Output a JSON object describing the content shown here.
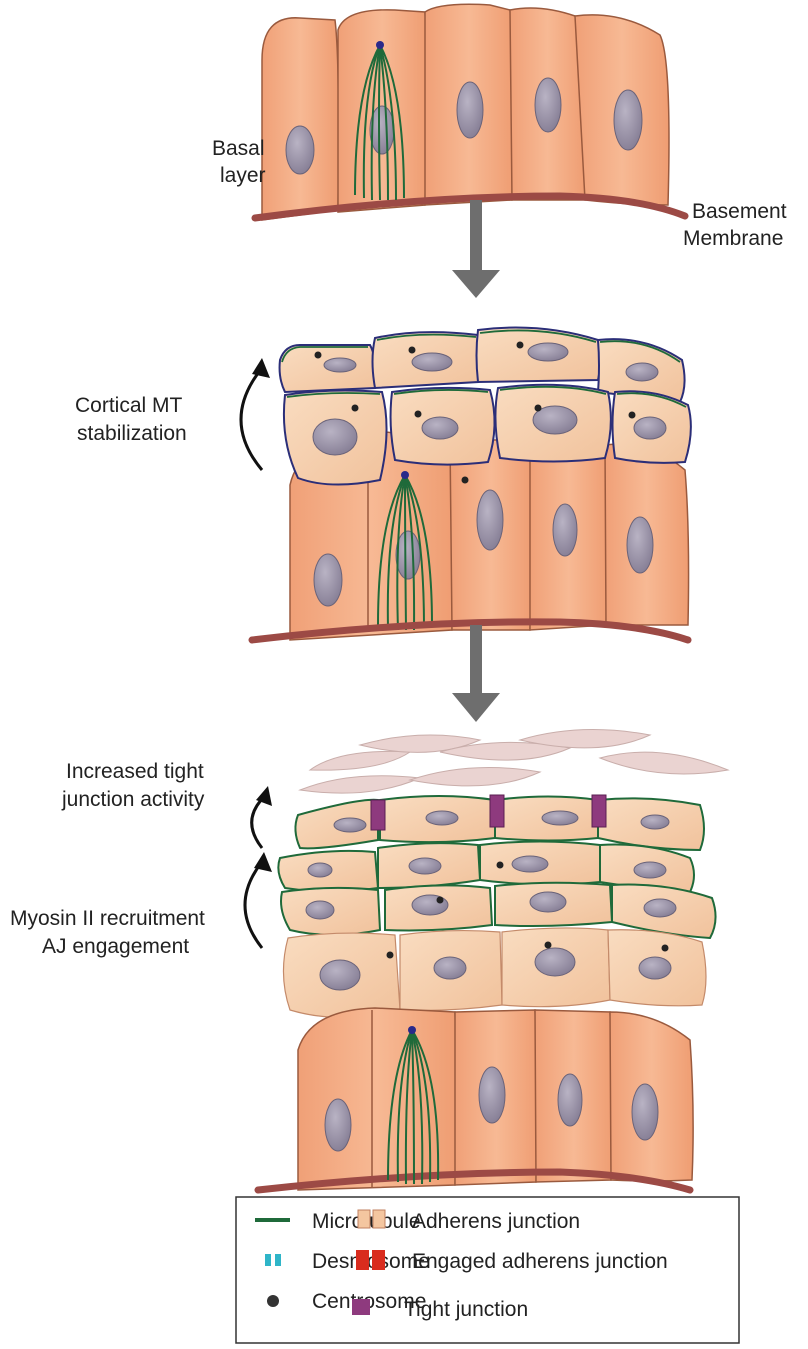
{
  "labels": {
    "basal_layer": [
      "Basal",
      "layer"
    ],
    "basement_membrane": [
      "Basement",
      "Membrane"
    ],
    "cortical_mt": [
      "Cortical MT",
      "stabilization"
    ],
    "tight_junction_activity": [
      "Increased tight",
      "junction activity"
    ],
    "myosin_recruitment": [
      "Myosin II recruitment",
      "AJ engagement"
    ]
  },
  "legend": {
    "items": [
      {
        "key": "microtubule",
        "label": "Microtubule",
        "icon": "green-line"
      },
      {
        "key": "desmosome",
        "label": "Desmosome",
        "icon": "desmosome-glyph"
      },
      {
        "key": "centrosome",
        "label": "Centrosome",
        "icon": "black-dot"
      },
      {
        "key": "adherens",
        "label": "Adherens junction",
        "icon": "adherens-glyph"
      },
      {
        "key": "engaged_adherens",
        "label": "Engaged adherens junction",
        "icon": "engaged-adherens-glyph"
      },
      {
        "key": "tight",
        "label": "Tight junction",
        "icon": "purple-square"
      }
    ]
  },
  "colors": {
    "basal_cell": "#f2a77e",
    "suprabasal_cell": "#f6d0b0",
    "nucleus": "#9b93a8",
    "microtubule": "#1f6a3a",
    "membrane": "#9c4a45",
    "desmosome": "#2fb5c8",
    "adherens": "#e0503a",
    "tight": "#8e3a7e",
    "arrow": "#6e6e6e",
    "squame": "#ead3d1"
  }
}
